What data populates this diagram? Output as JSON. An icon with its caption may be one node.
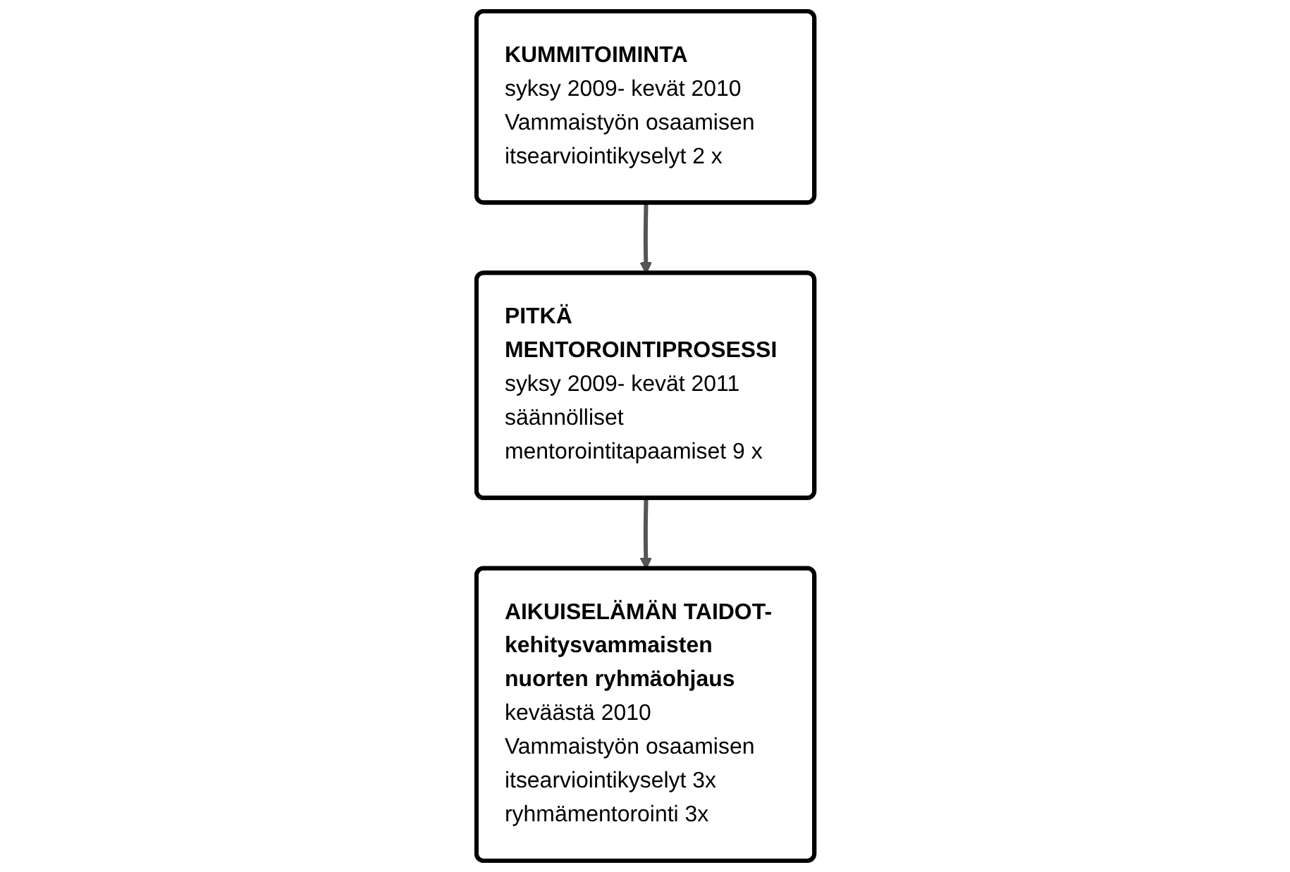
{
  "diagram": {
    "nodes": [
      {
        "text": [
          "KUMMITOIMINTA",
          "syksy 2009- kevät 2010",
          "Vammaistyön osaamisen itsearviointikyselyt 2 x"
        ]
      },
      {
        "text": [
          "PITKÄ MENTOROINTIPROSESSI",
          "syksy 2009- kevät 2011",
          "säännölliset mentorointitapaamiset 9 x"
        ]
      },
      {
        "text": [
          "AIKUISELÄMÄN TAIDOT- kehitysvammaisten nuorten ryhmäohjaus",
          "keväästä 2010",
          "Vammaistyön osaamisen itsearviointikyselyt 3x",
          "ryhmämentorointi 3x"
        ]
      }
    ],
    "edges": [
      {
        "from": 0,
        "to": 1,
        "arrow": "to"
      },
      {
        "from": 1,
        "to": 2,
        "arrow": "to"
      }
    ]
  }
}
